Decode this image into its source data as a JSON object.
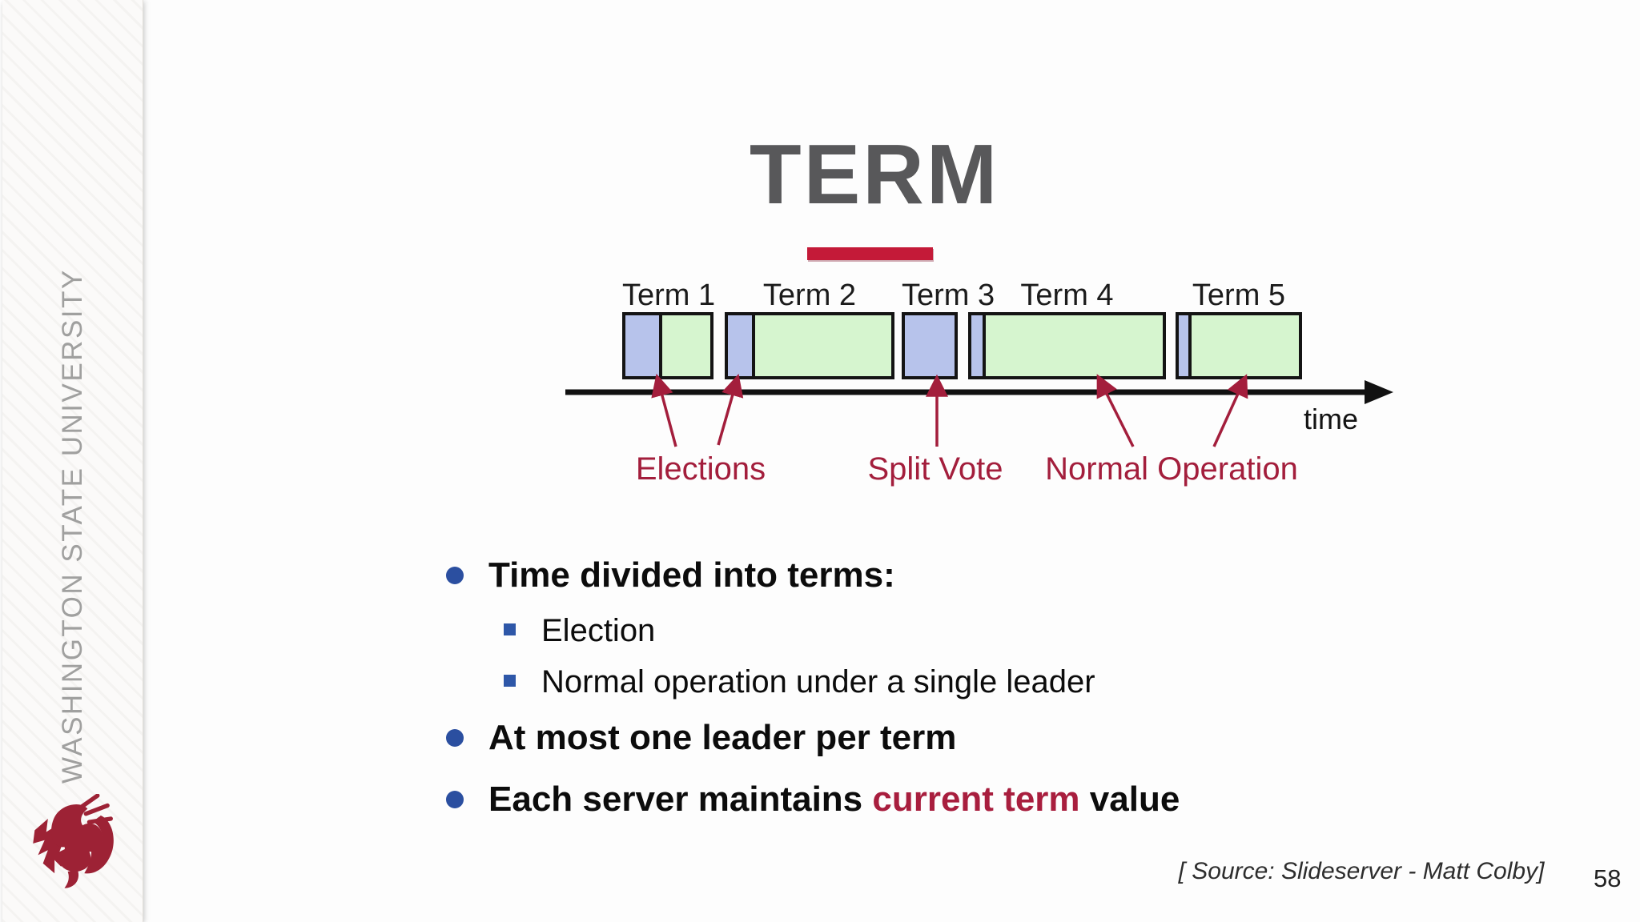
{
  "sidebar": {
    "university_name": "WASHINGTON STATE UNIVERSITY",
    "logo": "wsu-cougar-logo"
  },
  "slide": {
    "title": "TERM"
  },
  "diagram": {
    "terms": [
      {
        "label": "Term 1",
        "segments": [
          "election",
          "normal-operation"
        ]
      },
      {
        "label": "Term 2",
        "segments": [
          "election",
          "normal-operation"
        ]
      },
      {
        "label": "Term 3",
        "segments": [
          "election"
        ]
      },
      {
        "label": "Term 4",
        "segments": [
          "election",
          "normal-operation"
        ]
      },
      {
        "label": "Term 5",
        "segments": [
          "election",
          "normal-operation"
        ]
      }
    ],
    "axis_label": "time",
    "annotations": {
      "elections": "Elections",
      "split_vote": "Split Vote",
      "normal_operation": "Normal Operation"
    }
  },
  "bullets": {
    "b1": "Time divided into terms:",
    "b2": "Election",
    "b3": "Normal operation under a single leader",
    "b4": "At most one leader per term",
    "b5_pre": "Each server maintains ",
    "b5_highlight": "current term",
    "b5_post": " value"
  },
  "footer": {
    "source_credit": "[ Source: Slideserver - Matt Colby]",
    "page_number": "58"
  },
  "colors": {
    "wsu_crimson": "#9d2235",
    "title_underline": "#c41a38",
    "annotation_red": "#a31e3c",
    "election_fill": "#b7c3eb",
    "normal_operation_fill": "#d6f5cf",
    "bullet_blue": "#2b4fa0",
    "title_gray": "#58585a"
  }
}
